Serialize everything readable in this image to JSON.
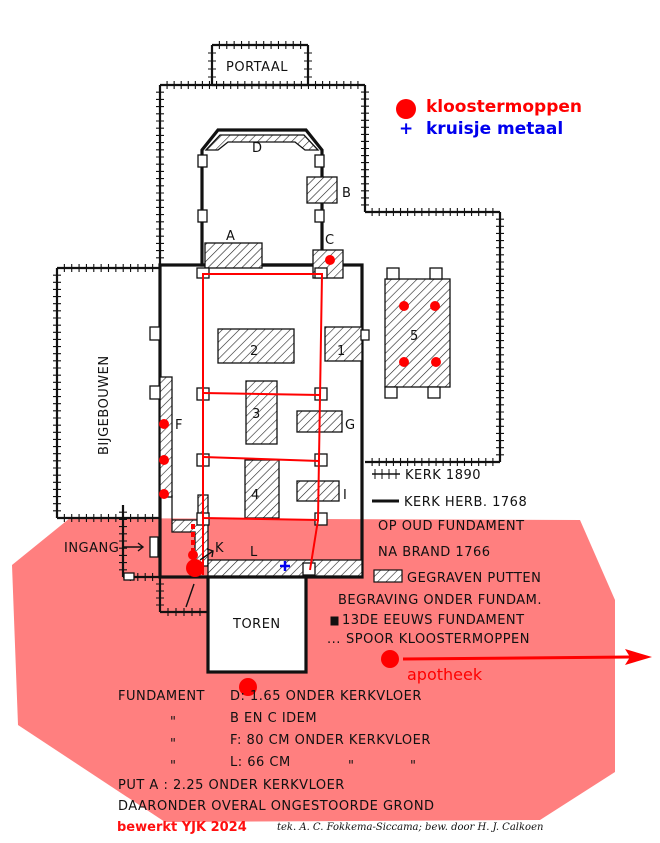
{
  "colors": {
    "overlay": "#ff7f7f",
    "marker_red": "#ff0000",
    "marker_blue": "#0000ee",
    "ink": "#111111"
  },
  "legend_top": {
    "kloostermoppen": "kloostermoppen",
    "kruisje": "kruisje metaal",
    "kruisje_symbol": "+"
  },
  "labels": {
    "portaal": "PORTAAL",
    "aanbouwen": "BIJGEBOUWEN",
    "toren": "TOREN",
    "ingang": "INGANG",
    "apotheek": "apotheek",
    "letters": {
      "A": "A",
      "B": "B",
      "C": "C",
      "D": "D",
      "F": "F",
      "G": "G",
      "I": "I",
      "K": "K",
      "L": "L"
    },
    "numbers": {
      "n1": "1",
      "n2": "2",
      "n3": "3",
      "n4": "4",
      "n5": "5"
    }
  },
  "legend": {
    "kerk1890": "KERK 1890",
    "kerkherb": "KERK HERB. 1768",
    "oudfundament": "OP OUD FUNDAMENT",
    "nabrand": "NA BRAND 1766",
    "putten": "GEGRAVEN PUTTEN",
    "begraving": "BEGRAVING ONDER FUNDAM.",
    "fundament13": "13DE EEUWS FUNDAMENT",
    "spoor": "SPOOR KLOOSTERMOPPEN"
  },
  "notes": {
    "line1_label": "FUNDAMENT",
    "line1": "D: 1.65 ONDER KERKVLOER",
    "line2": "B EN C IDEM",
    "line3": "F: 80 CM ONDER KERKVLOER",
    "line4": "L: 66 CM",
    "ditto": "\"",
    "line5": "PUT A :  2.25 ONDER KERKVLOER",
    "line6": "DAARONDER OVERAL ONGESTOORDE GROND"
  },
  "credits": {
    "edited": "bewerkt YJK 2024",
    "original": "tek. A. C. Fokkema-Siccama; bew. door H. J. Calkoen"
  }
}
